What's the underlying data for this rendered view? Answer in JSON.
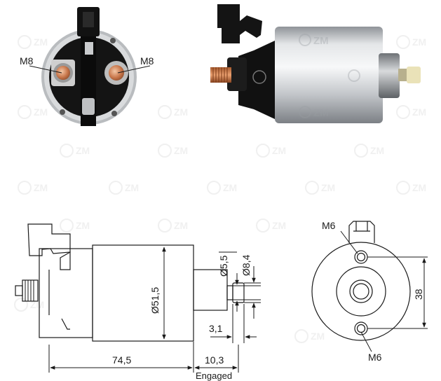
{
  "watermark": {
    "text": "ZM"
  },
  "photos": {
    "front_terminal_left": "M8",
    "front_terminal_right": "M8"
  },
  "drawing": {
    "length_body": "74,5",
    "length_engaged": "10,3",
    "engaged_label": "Engaged",
    "plunger_travel": "3,1",
    "body_diameter": "Ø51,5",
    "shaft_diameter": "Ø5,5",
    "plunger_diameter": "Ø8,4",
    "hole_top": "M6",
    "hole_bottom": "M6",
    "hole_spacing": "38"
  }
}
